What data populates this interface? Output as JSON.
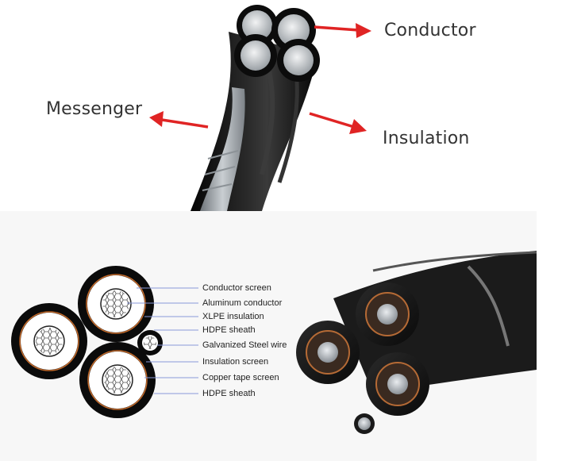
{
  "top_callouts": {
    "conductor": "Conductor",
    "messenger": "Messenger",
    "insulation": "Insulation"
  },
  "legend": {
    "items": [
      "Conductor screen",
      "Aluminum conductor",
      "XLPE insulation",
      "HDPE sheath",
      "Galvanized Steel wire",
      "Insulation screen",
      "Copper tape screen",
      "HDPE sheath"
    ]
  },
  "colors": {
    "arrow": "#e02424",
    "leader_line": "#8a9ad8",
    "jacket": "#111111",
    "copper": "#c46a2a",
    "aluminum": "#c9cdd2"
  }
}
